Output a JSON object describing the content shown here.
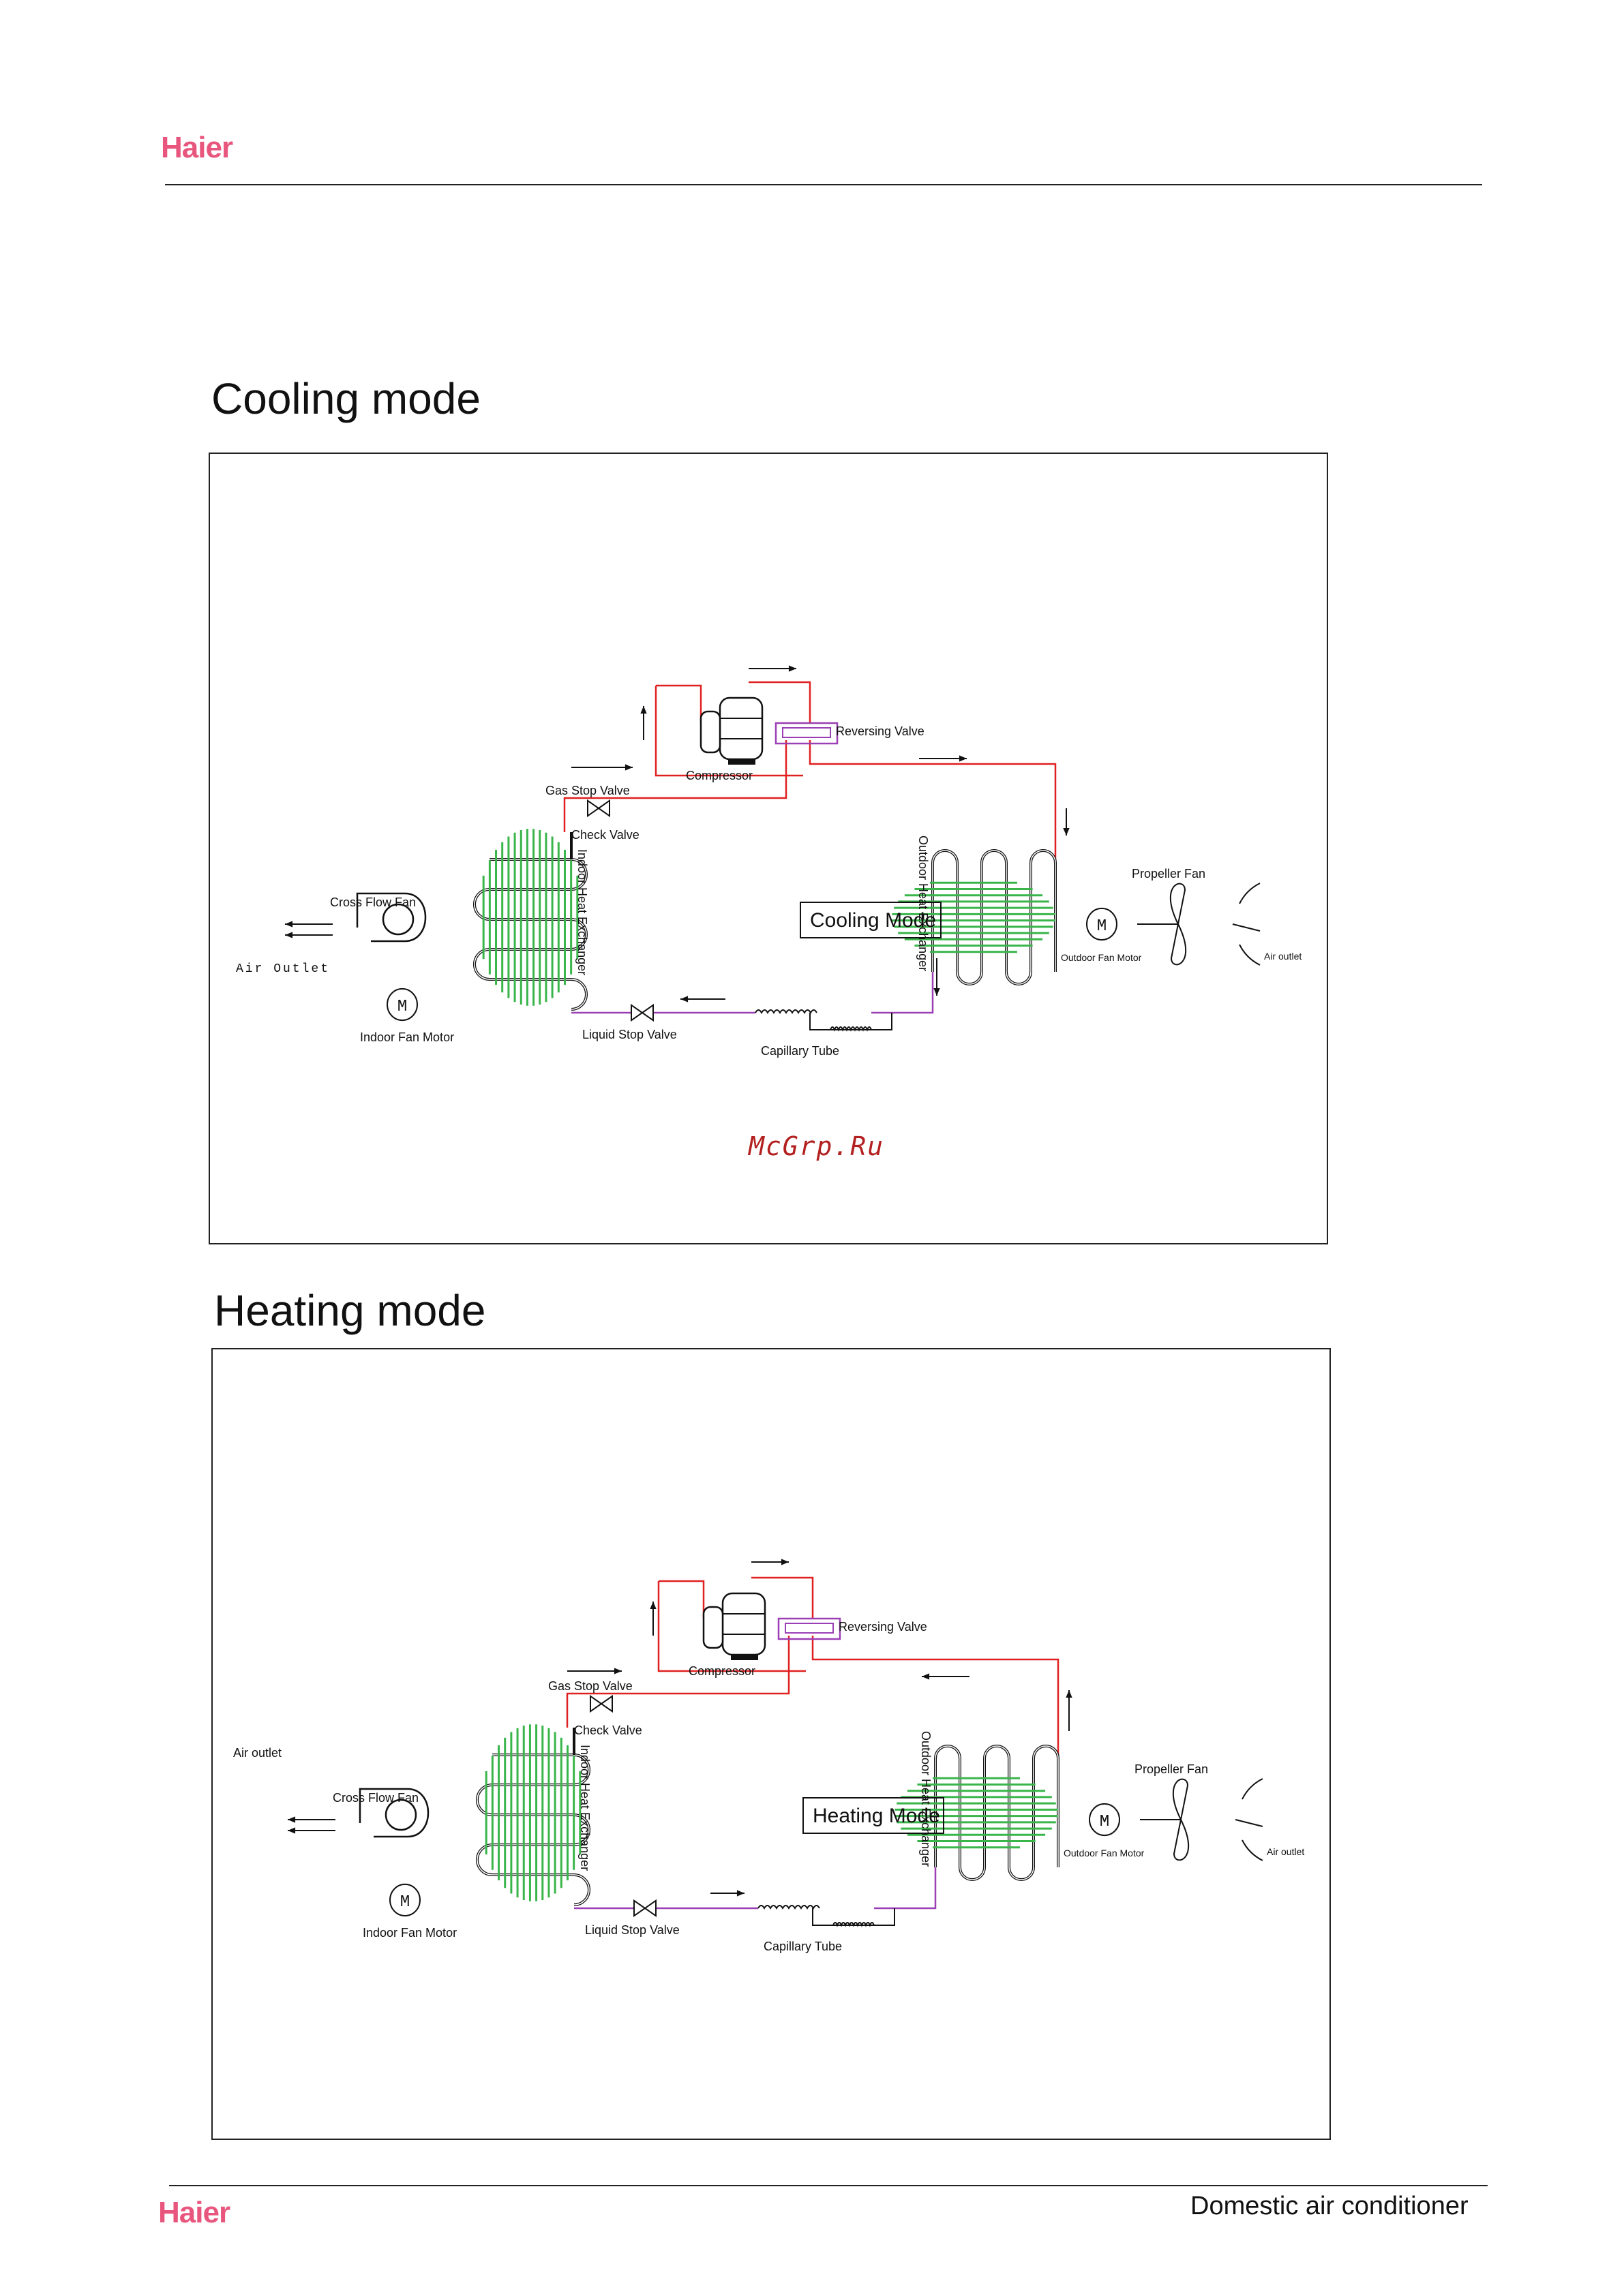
{
  "header": {
    "brand": "Haier"
  },
  "footer": {
    "brand": "Haier",
    "title": "Domestic air conditioner"
  },
  "watermark": "McGrp.Ru",
  "cooling": {
    "section_title": "Cooling mode",
    "mode_label": "Cooling Mode",
    "labels": {
      "reversing_valve": "Reversing Valve",
      "compressor": "Compressor",
      "gas_stop_valve": "Gas Stop Valve",
      "check_valve": "Check Valve",
      "indoor_heat_exchanger": "Indoor Heat Exchanger",
      "outdoor_heat_exchanger": "Outdoor Heat Exchanger",
      "cross_flow_fan": "Cross Flow Fan",
      "air_outlet_left": "Air Outlet",
      "indoor_fan_motor": "Indoor Fan Motor",
      "liquid_stop_valve": "Liquid Stop Valve",
      "capillary_tube": "Capillary Tube",
      "propeller_fan": "Propeller Fan",
      "outdoor_fan_motor": "Outdoor Fan Motor",
      "air_outlet_right": "Air outlet"
    }
  },
  "heating": {
    "section_title": "Heating mode",
    "mode_label": "Heating Mode",
    "labels": {
      "reversing_valve": "Reversing Valve",
      "compressor": "Compressor",
      "gas_stop_valve": "Gas Stop Valve",
      "check_valve": "Check Valve",
      "indoor_heat_exchanger": "Indoor Heat Exchanger",
      "outdoor_heat_exchanger": "Outdoor Heat Exchanger",
      "cross_flow_fan": "Cross Flow Fan",
      "air_outlet_left": "Air outlet",
      "indoor_fan_motor": "Indoor Fan Motor",
      "liquid_stop_valve": "Liquid Stop Valve",
      "capillary_tube": "Capillary Tube",
      "propeller_fan": "Propeller Fan",
      "outdoor_fan_motor": "Outdoor Fan Motor",
      "air_outlet_right": "Air outlet"
    }
  },
  "colors": {
    "brand": "#e8567d",
    "refrigerant_hot": "#e02020",
    "refrigerant_valve": "#9a3fb5",
    "coil_fins": "#39b54a"
  },
  "icons": {
    "motor": "motor-icon",
    "fan": "propeller-fan-icon",
    "valve": "stop-valve-icon",
    "arrow": "flow-arrow-icon"
  }
}
